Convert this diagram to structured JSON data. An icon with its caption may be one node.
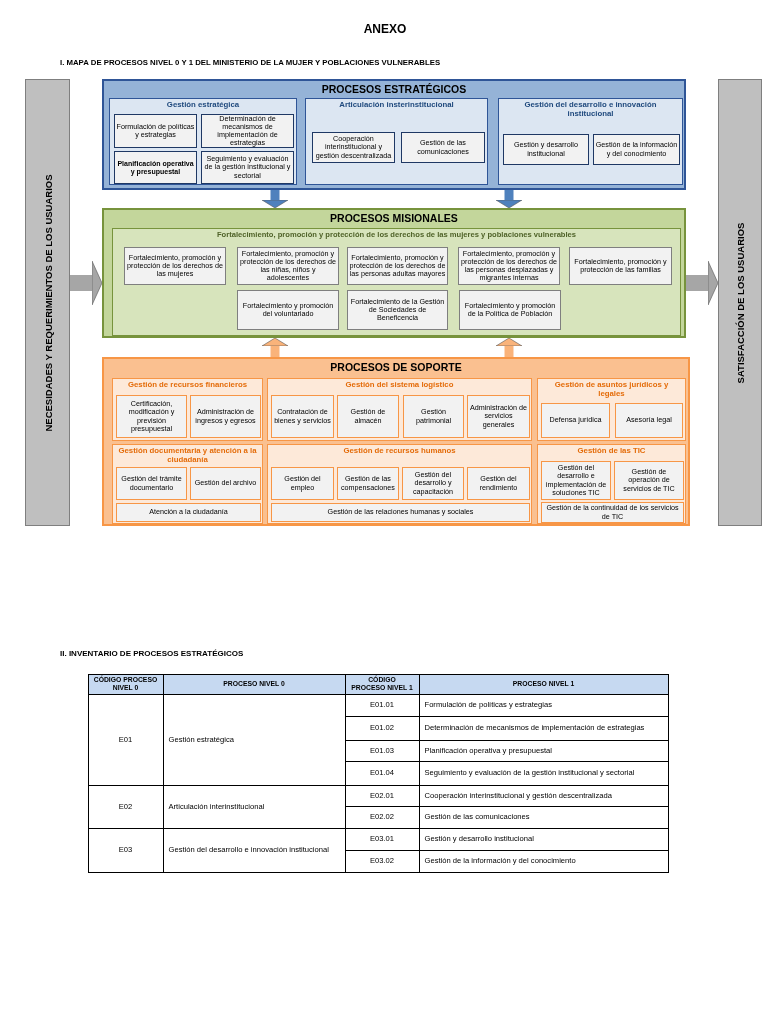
{
  "diagram": {
    "title": "ANEXO",
    "nodes": [
      {
        "text": [
          "NECESIDADES Y REQUERIMIENTOS DE LOS USUARIOS"
        ]
      },
      {
        "text": [
          "PROCESOS ESTRATÉGICOS"
        ]
      },
      {
        "text": [
          "Gestión estratégica"
        ],
        "in": 1
      },
      {
        "text": [
          "Formulación de políticas y estrategias"
        ],
        "in": 2
      },
      {
        "text": [
          "Determinación de mecanismos de implementación de estrategias"
        ],
        "in": 2
      },
      {
        "text": [
          "Planificación operativa y presupuestal"
        ],
        "in": 2
      },
      {
        "text": [
          "Seguimiento y evaluación de la gestión institucional y sectorial"
        ],
        "in": 2
      },
      {
        "text": [
          "Articulación insterinstitucional"
        ],
        "in": 1
      },
      {
        "text": [
          "Cooperación interinstitucional y gestión descentralizada"
        ],
        "in": 7
      },
      {
        "text": [
          "Gestión de las comunicaciones"
        ],
        "in": 7
      },
      {
        "text": [
          "Gestión del desarrollo e innovación institucional"
        ],
        "in": 1
      },
      {
        "text": [
          "Gestión y desarrollo institucional"
        ],
        "in": 10
      },
      {
        "text": [
          "Gestión de la información y del conocimiento"
        ],
        "in": 10
      },
      {
        "text": [
          "PROCESOS MISIONALES"
        ]
      },
      {
        "text": [
          "Fortalecimiento, promoción y protección de los derechos de las mujeres y poblaciones vulnerables"
        ],
        "in": 13
      },
      {
        "text": [
          "Fortalecimiento, promoción y protección de los derechos de las mujeres"
        ],
        "in": 14
      },
      {
        "text": [
          "Fortalecimiento, promoción y protección de los derechos de las niñas, niños y adolescentes"
        ],
        "in": 14
      },
      {
        "text": [
          "Fortalecimiento, promoción y protección de los derechos de las personas adultas mayores"
        ],
        "in": 14
      },
      {
        "text": [
          "Fortalecimiento, promoción y protección de los derechos de las personas desplazadas y migrantes internas"
        ],
        "in": 14
      },
      {
        "text": [
          "Fortalecimiento, promoción y protección de las familias"
        ],
        "in": 14
      },
      {
        "text": [
          "Fortalecimiento y promoción del voluntariado"
        ],
        "in": 14
      },
      {
        "text": [
          "Fortalecimiento de la Gestión de Sociedades de Beneficencia"
        ],
        "in": 14
      },
      {
        "text": [
          "Fortalecimiento y promoción de la Política de Población"
        ],
        "in": 14
      },
      {
        "text": [
          "PROCESOS DE SOPORTE"
        ]
      },
      {
        "text": [
          "Gestión de recursos financieros"
        ],
        "in": 23
      },
      {
        "text": [
          "Certificación, modificación y previsión presupuestal"
        ],
        "in": 24
      },
      {
        "text": [
          "Administración de ingresos y egresos"
        ],
        "in": 24
      },
      {
        "text": [
          "Gestión del sistema logístico"
        ],
        "in": 23
      },
      {
        "text": [
          "Contratación de bienes y servicios"
        ],
        "in": 27
      },
      {
        "text": [
          "Gestión de almacén"
        ],
        "in": 27
      },
      {
        "text": [
          "Gestión patrimonial"
        ],
        "in": 27
      },
      {
        "text": [
          "Administración de servicios generales"
        ],
        "in": 27
      },
      {
        "text": [
          "Gestión de asuntos jurídicos y legales"
        ],
        "in": 23
      },
      {
        "text": [
          "Defensa jurídica"
        ],
        "in": 32
      },
      {
        "text": [
          "Asesoría legal"
        ],
        "in": 32
      },
      {
        "text": [
          "Gestión documentaria y atención a la ciudadanía"
        ],
        "in": 23
      },
      {
        "text": [
          "Gestión del trámite documentario"
        ],
        "in": 35
      },
      {
        "text": [
          "Gestión del archivo"
        ],
        "in": 35
      },
      {
        "text": [
          "Atención a la ciudadanía"
        ],
        "in": 35
      },
      {
        "text": [
          "Gestión de recursos humanos"
        ],
        "in": 23
      },
      {
        "text": [
          "Gestión del empleo"
        ],
        "in": 39
      },
      {
        "text": [
          "Gestión de las compensaciones"
        ],
        "in": 39
      },
      {
        "text": [
          "Gestión del desarrollo y capacitación"
        ],
        "in": 39
      },
      {
        "text": [
          "Gestión del rendimiento"
        ],
        "in": 39
      },
      {
        "text": [
          "Gestión de las relaciones humanas y sociales"
        ],
        "in": 39
      },
      {
        "text": [
          "Gestión de las TIC"
        ],
        "in": 23
      },
      {
        "text": [
          "Gestión del desarrollo e implementación de soluciones TIC"
        ],
        "in": 45
      },
      {
        "text": [
          "Gestión de operación de servicios de TIC"
        ],
        "in": 45
      },
      {
        "text": [
          "Gestión de la continuidad de los servicios de TIC"
        ],
        "in": 45
      },
      {
        "text": [
          "SATISFACCIÓN DE LOS USUARIOS"
        ]
      }
    ],
    "edges": [
      {
        "from": 0,
        "to": 13,
        "arrow": "to",
        "color": "#a6a6a6"
      },
      {
        "from": 13,
        "to": 49,
        "arrow": "to",
        "color": "#a6a6a6"
      },
      {
        "from": 1,
        "to": 13,
        "arrow": "to",
        "color": "#4f81bd"
      },
      {
        "from": 1,
        "to": 13,
        "arrow": "to",
        "color": "#4f81bd"
      },
      {
        "from": 23,
        "to": 13,
        "arrow": "to",
        "color": "#fab37a"
      },
      {
        "from": 23,
        "to": 13,
        "arrow": "to",
        "color": "#fab37a"
      }
    ],
    "labels": [
      "I. MAPA DE PROCESOS NIVEL 0 Y 1 DEL MINISTERIO DE LA MUJER Y POBLACIONES VULNERABLES",
      "II. INVENTARIO DE PROCESOS ESTRATÉGICOS",
      "CÓDIGO PROCESO NIVEL 0",
      "PROCESO NIVEL 0",
      "CÓDIGO PROCESO NIVEL 1",
      "PROCESO NIVEL 1",
      "E01",
      "Gestión estratégica",
      "E01.01",
      "Formulación de políticas y estrategias",
      "E01.02",
      "Determinación de mecanismos de implementación de estrategias",
      "E01.03",
      "Planificación operativa y presupuestal",
      "E01.04",
      "Seguimiento y evaluación de la gestión institucional y sectorial",
      "E02",
      "Articulación interinstitucional",
      "E02.01",
      "Cooperación interinstitucional y gestión descentralizada",
      "E02.02",
      "Gestión de las comunicaciones",
      "E03",
      "Gestión del desarrollo e innovación institucional",
      "E03.01",
      "Gestión y desarrollo institucional",
      "E03.02",
      "Gestión de la información y del conocimiento"
    ]
  }
}
